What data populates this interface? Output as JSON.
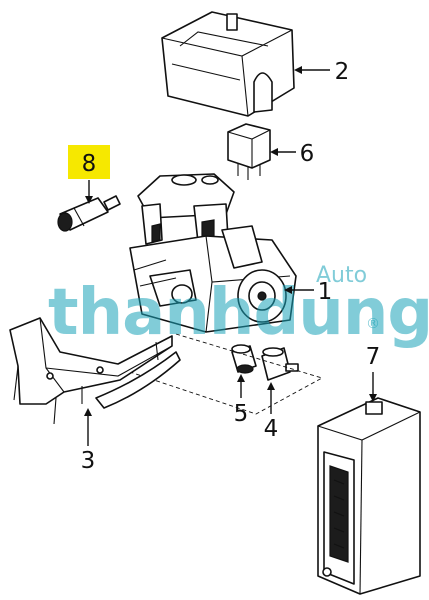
{
  "diagram": {
    "callouts": {
      "c1": "1",
      "c2": "2",
      "c3": "3",
      "c4": "4",
      "c5": "5",
      "c6": "6",
      "c7": "7",
      "c8": "8"
    },
    "highlight_color": "#f6e800",
    "watermark": {
      "main": "thanhdung",
      "accent": "Auto",
      "registered": "®",
      "color": "#1aa3b8"
    }
  }
}
